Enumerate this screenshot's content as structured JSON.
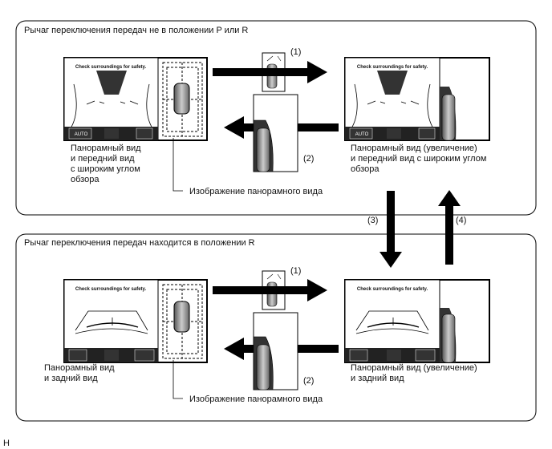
{
  "top_section": {
    "title": "Рычаг переключения передач не в положении P или R",
    "left_screen": {
      "caption_lines": [
        "Check surroundings for safety."
      ],
      "auto_label": "AUTO"
    },
    "left_caption": [
      "Панорамный вид",
      "и передний вид",
      "с широким углом",
      "обзора"
    ],
    "right_screen": {
      "caption_lines": [
        "Check surroundings for safety."
      ],
      "auto_label": "AUTO"
    },
    "right_caption": [
      "Панорамный вид (увеличение)",
      "и передний вид с широким углом",
      "обзора"
    ],
    "panorama_label": "Изображение панорамного вида",
    "step1": "(1)",
    "step2": "(2)"
  },
  "bottom_section": {
    "title": "Рычаг переключения передач находится в положении R",
    "left_screen": {
      "caption_lines": [
        "Check surroundings for safety."
      ]
    },
    "left_caption": [
      "Панорамный вид",
      "и задний вид"
    ],
    "right_screen": {
      "caption_lines": [
        "Check surroundings for safety."
      ]
    },
    "right_caption": [
      "Панорамный вид (увеличение)",
      "и задний вид"
    ],
    "panorama_label": "Изображение панорамного вида",
    "step1": "(1)",
    "step2": "(2)"
  },
  "between": {
    "step3": "(3)",
    "step4": "(4)"
  },
  "footer_code": "H"
}
